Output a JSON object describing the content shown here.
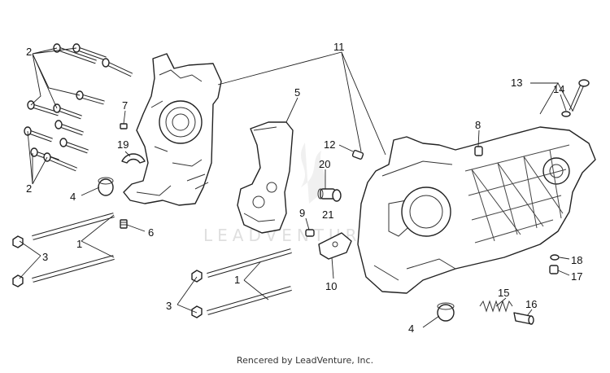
{
  "callouts": {
    "c1a": "1",
    "c1b": "1",
    "c2a": "2",
    "c2b": "2",
    "c3a": "3",
    "c3b": "3",
    "c4a": "4",
    "c4b": "4",
    "c5": "5",
    "c6": "6",
    "c7": "7",
    "c8": "8",
    "c9": "9",
    "c10": "10",
    "c11": "11",
    "c12": "12",
    "c13": "13",
    "c14": "14",
    "c15": "15",
    "c16": "16",
    "c17": "17",
    "c18": "18",
    "c19": "19",
    "c20": "20",
    "c21": "21"
  },
  "watermark": "LEADVENTURE",
  "credit": "Rencered by LeadVenture, Inc."
}
